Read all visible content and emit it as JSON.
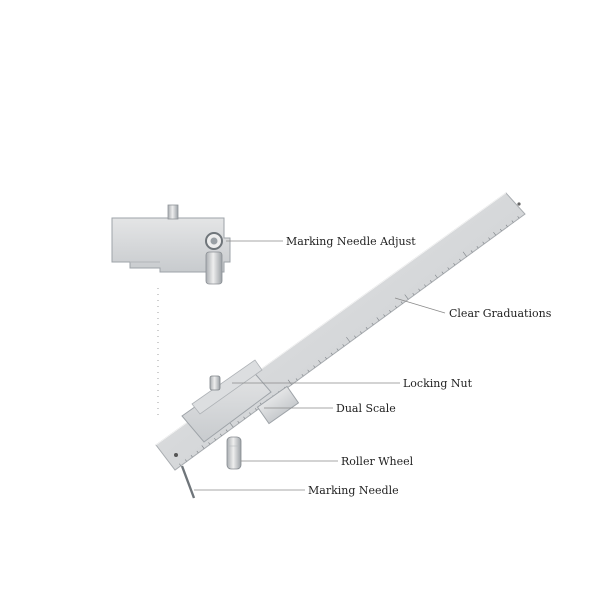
{
  "labels": {
    "needle_adjust": "Marking Needle Adjust",
    "graduations": "Clear Graduations",
    "locking_nut": "Locking Nut",
    "dual_scale": "Dual Scale",
    "roller_wheel": "Roller Wheel",
    "marking_needle": "Marking Needle"
  },
  "colors": {
    "steel": "#d2d4d6",
    "steel_dark": "#9ea3a8",
    "leader": "#8a8a8a",
    "text": "#222222"
  }
}
